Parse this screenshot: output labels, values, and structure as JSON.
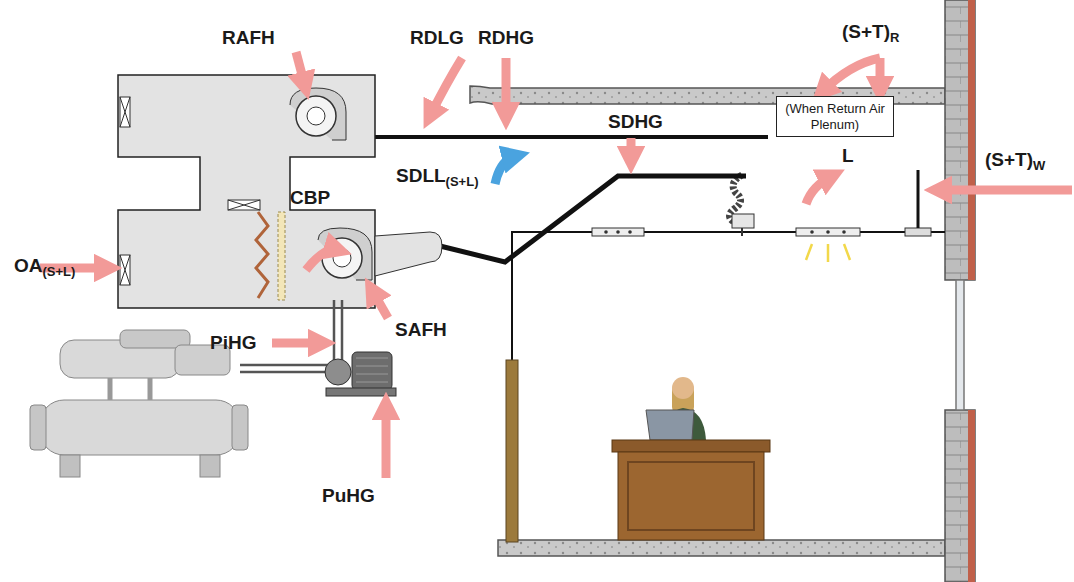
{
  "diagram": {
    "nodes": [
      {
        "text": [
          "(When Return Air Plenum)"
        ]
      }
    ],
    "labels": [
      "RAFH",
      "RDLG",
      "RDHG",
      "(S+T)R",
      "SDHG",
      "SDLL(S+L)",
      "L",
      "(S+T)W",
      "CBP",
      "OA(S+L)",
      "PiHG",
      "SAFH",
      "PuHG"
    ]
  }
}
